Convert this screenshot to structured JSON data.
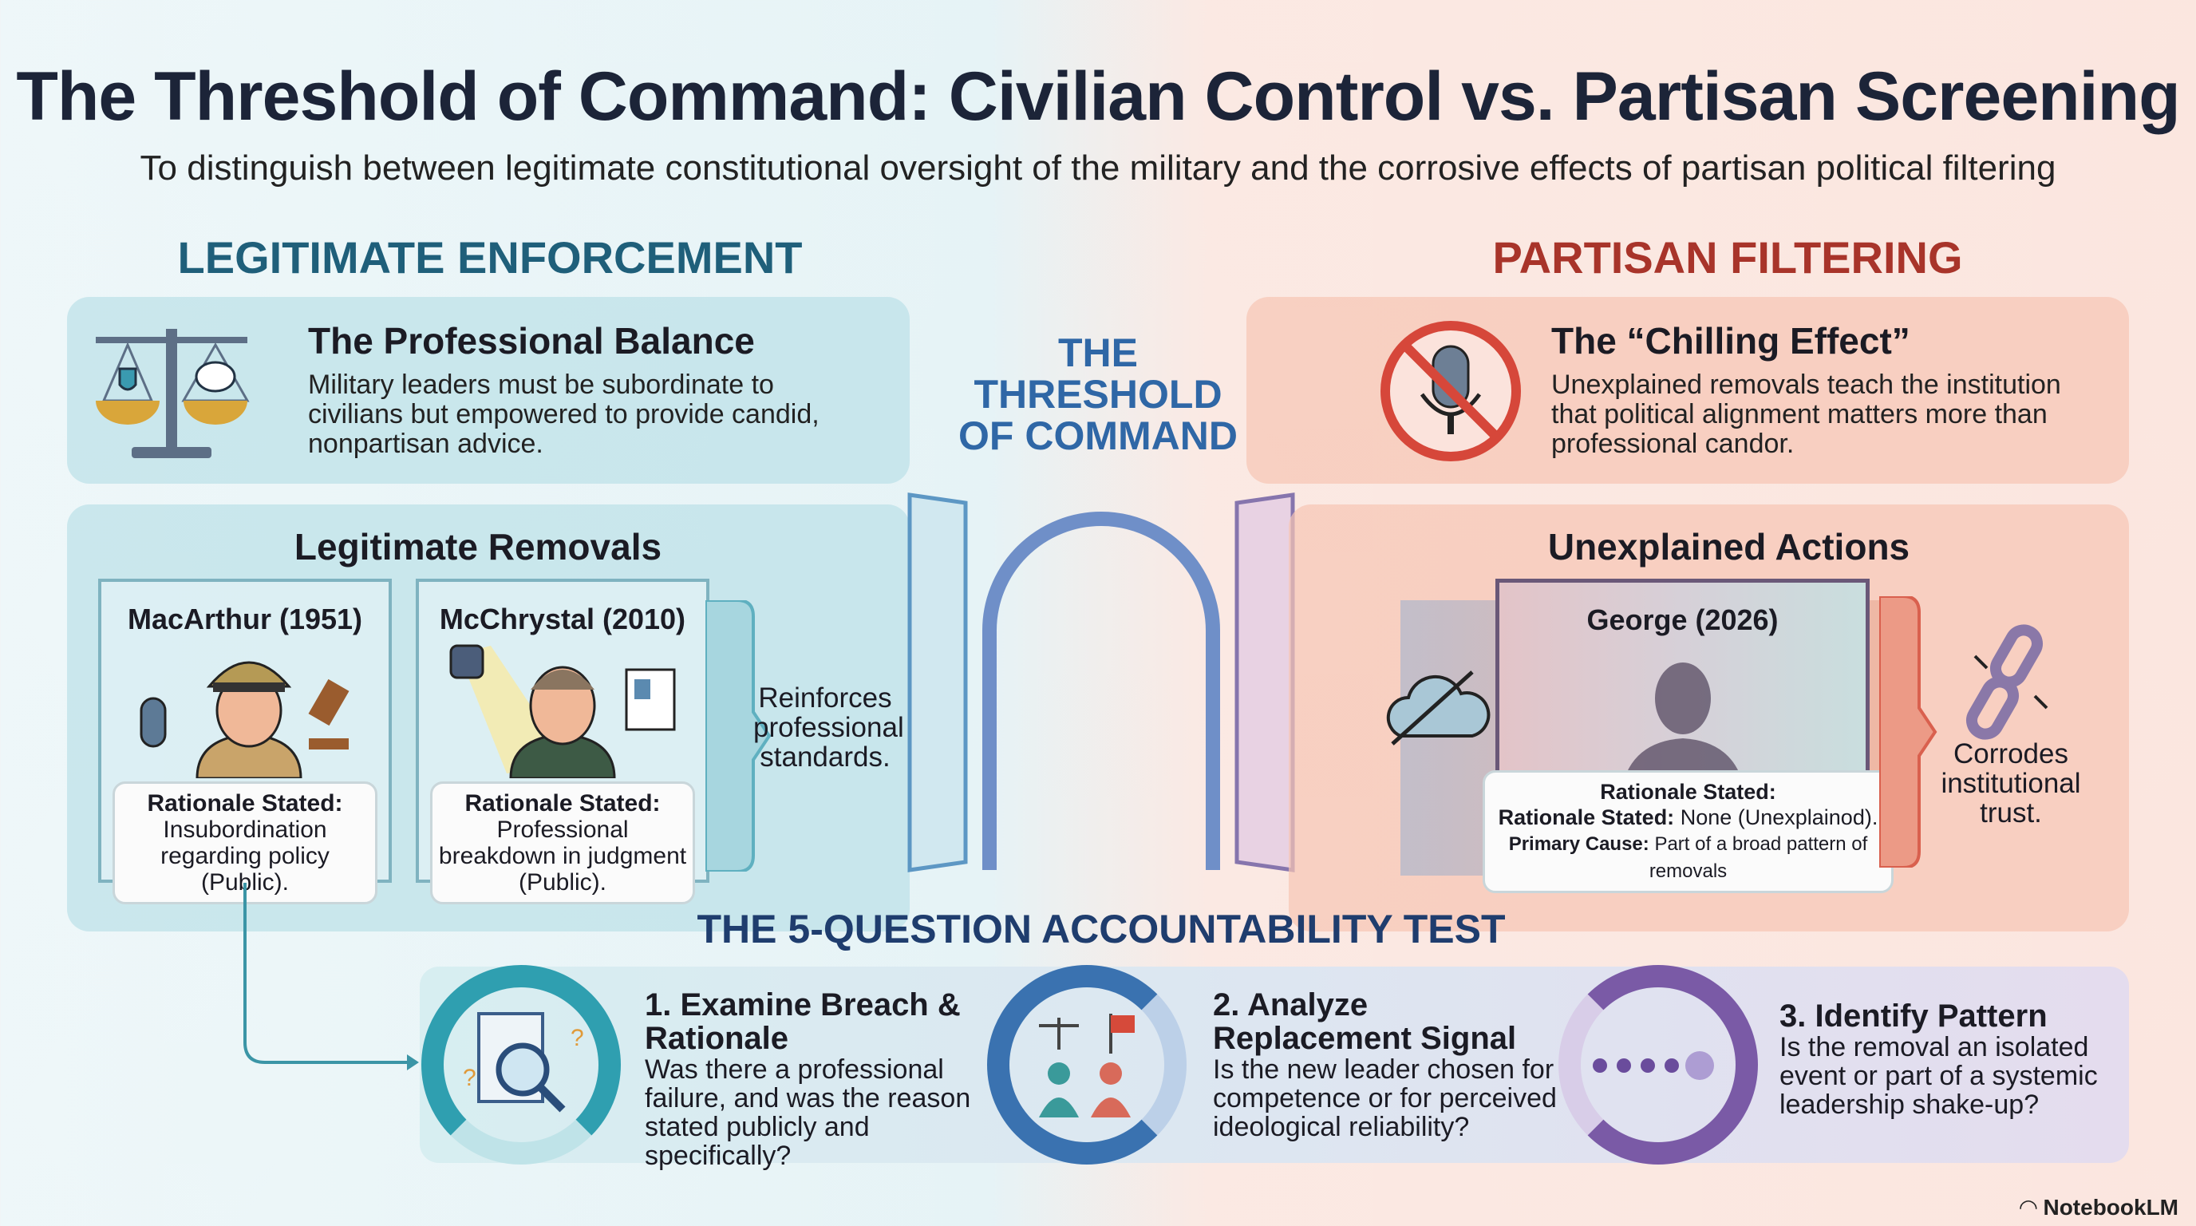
{
  "title": "The Threshold of Command: Civilian Control vs. Partisan Screening",
  "subtitle": "To distinguish between legitimate constitutional oversight of the military and the corrosive effects of partisan political filtering",
  "left": {
    "heading": "LEGITIMATE ENFORCEMENT",
    "balance": {
      "title": "The Professional Balance",
      "text": "Military leaders must be subordinate to civilians but empowered to provide candid, nonpartisan advice.",
      "icon": "scales-icon"
    },
    "removals": {
      "title": "Legitimate Removals",
      "cards": [
        {
          "name": "MacArthur (1951)",
          "label": "Rationale Stated:",
          "text": "Insubordination regarding policy (Public)."
        },
        {
          "name": "McChrystal (2010)",
          "label": "Rationale Stated:",
          "text": "Professional breakdown in judgment (Public)."
        }
      ],
      "outcome": "Reinforces professional standards."
    }
  },
  "center": {
    "title": "THE THRESHOLD OF COMMAND"
  },
  "right": {
    "heading": "PARTISAN FILTERING",
    "chilling": {
      "title": "The “Chilling Effect”",
      "text": "Unexplained removals teach the institution that political alignment matters more than professional candor.",
      "icon": "muted-microphone-icon"
    },
    "actions": {
      "title": "Unexplained Actions",
      "card": {
        "name": "George (2026)",
        "label": "Rationale Stated:",
        "line2_label": "Rationale Stated:",
        "line2_text": " None (Unexplainod).",
        "line3_label": "Primary Cause:",
        "line3_text": " Part of a broad pattern of removals"
      },
      "outcome": "Corrodes institutional trust."
    }
  },
  "test": {
    "heading": "THE 5-QUESTION ACCOUNTABILITY TEST",
    "questions": [
      {
        "title": "1. Examine Breach & Rationale",
        "text": "Was there a professional failure, and was the reason stated publicly and specifically?"
      },
      {
        "title": "2. Analyze Replacement Signal",
        "text": "Is the new leader chosen for competence or for perceived ideological reliability?"
      },
      {
        "title": "3. Identify Pattern",
        "text": "Is the removal an isolated event or part of a systemic leadership shake-up?"
      }
    ]
  },
  "colors": {
    "left": "#1f5f7a",
    "right": "#a8342a",
    "teal": "#2b8fa3",
    "blue": "#3a72b0",
    "purple": "#7a5aa6"
  },
  "branding": "NotebookLM"
}
